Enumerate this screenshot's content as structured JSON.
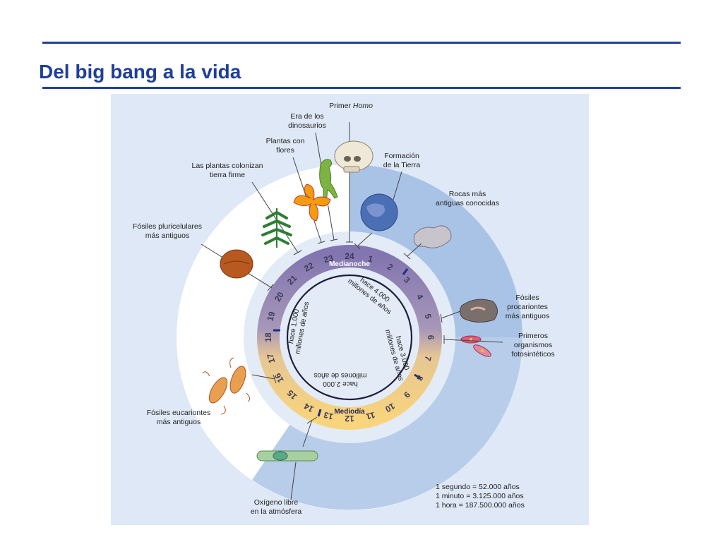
{
  "title": "Del big bang a la vida",
  "clock": {
    "hours": [
      "24",
      "1",
      "2",
      "3",
      "4",
      "5",
      "6",
      "7",
      "8",
      "9",
      "10",
      "11",
      "12",
      "13",
      "14",
      "15",
      "16",
      "17",
      "18",
      "19",
      "20",
      "21",
      "22",
      "23"
    ],
    "midnight": "Medianoche",
    "noon": "Mediodía"
  },
  "inner_labels": {
    "l4000": [
      "hace 4.000",
      "millones de años"
    ],
    "l3000": [
      "hace 3.000",
      "millones de años"
    ],
    "l2000": [
      "hace 2.000",
      "millones de años"
    ],
    "l1000": [
      "hace 1.000",
      "millones de años"
    ]
  },
  "events": {
    "primer_homo": {
      "prefix": "Primer ",
      "emph": "Homo"
    },
    "dinosaurios": [
      "Era de los",
      "dinosaurios"
    ],
    "plantas_flores": [
      "Plantas con",
      "flores"
    ],
    "plantas_tierra": [
      "Las plantas colonizan",
      "tierra firme"
    ],
    "formacion_tierra": [
      "Formación",
      "de la Tierra"
    ],
    "rocas": [
      "Rocas más",
      "antiguas conocidas"
    ],
    "pluricelulares": [
      "Fósiles pluricelulares",
      "más antiguos"
    ],
    "procariontes": [
      "Fósiles",
      "procariontes",
      "más antiguos"
    ],
    "fotosinteticos": [
      "Primeros",
      "organismos",
      "fotosintéticos"
    ],
    "eucariontes": [
      "Fósiles eucariontes",
      "más antiguos"
    ],
    "oxigeno": [
      "Oxígeno libre",
      "en la atmósfera"
    ]
  },
  "scale": [
    "1 segundo  =  52.000 años",
    "1 minuto = 3.125.000 años",
    "1 hora  = 187.500.000 años"
  ],
  "colors": {
    "title": "#1f3f99",
    "panel": "#dfe8f6",
    "outer_band": "#a9c3e6",
    "band_purple": "#8d82b6",
    "band_yellow": "#f7d27c"
  }
}
